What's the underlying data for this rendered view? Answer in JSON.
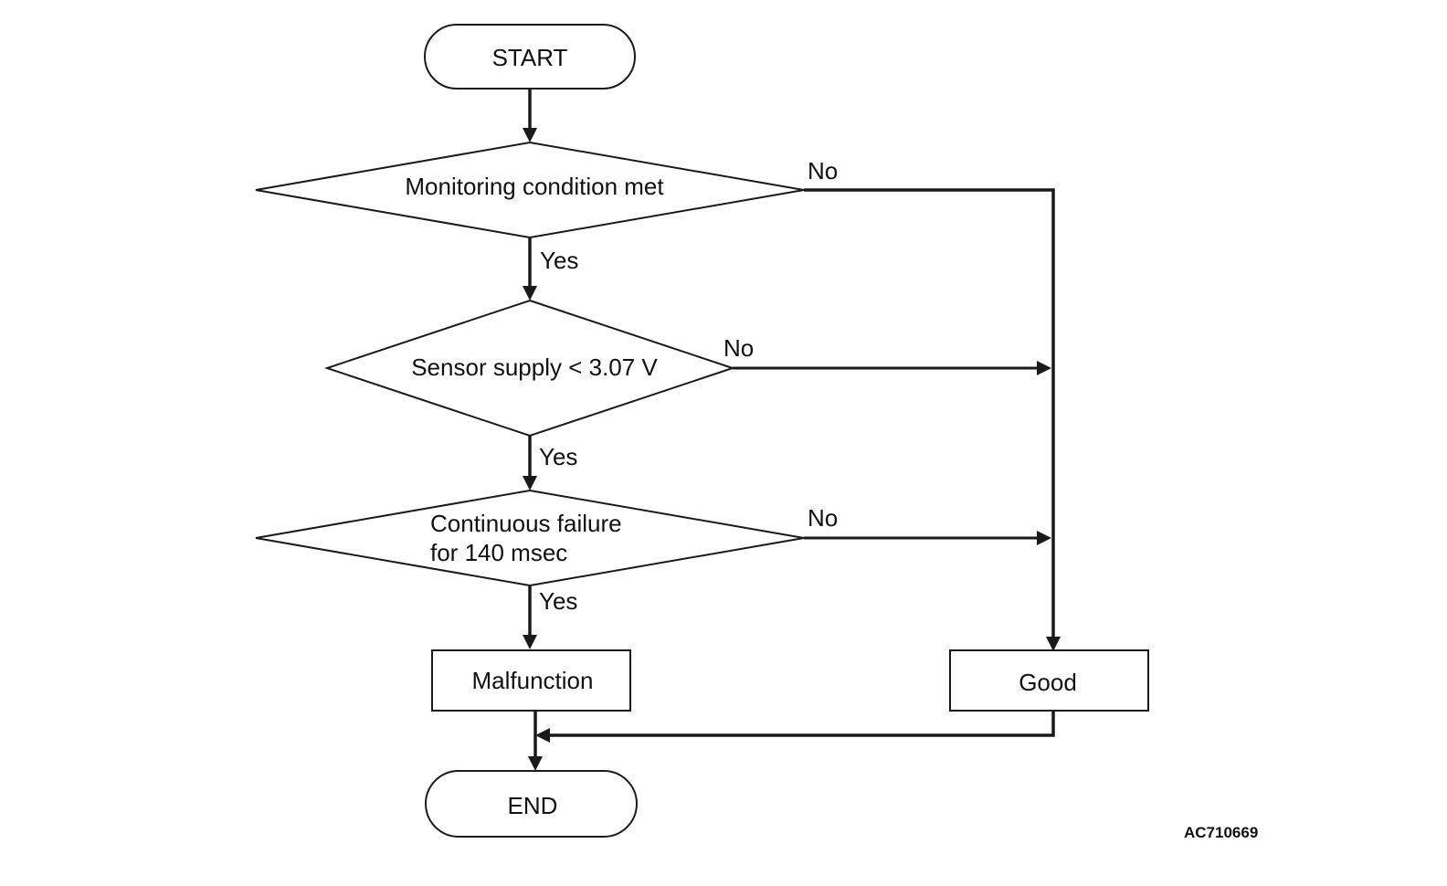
{
  "nodes": {
    "start": "START",
    "decision_monitoring": "Monitoring condition met",
    "decision_sensor": "Sensor supply < 3.07 V",
    "decision_continuous_line1": "Continuous failure",
    "decision_continuous_line2": "for 140 msec",
    "malfunction": "Malfunction",
    "good": "Good",
    "end": "END"
  },
  "edges": {
    "monitoring_yes": "Yes",
    "monitoring_no": "No",
    "sensor_yes": "Yes",
    "sensor_no": "No",
    "continuous_yes": "Yes",
    "continuous_no": "No"
  },
  "figure_code": "AC710669"
}
